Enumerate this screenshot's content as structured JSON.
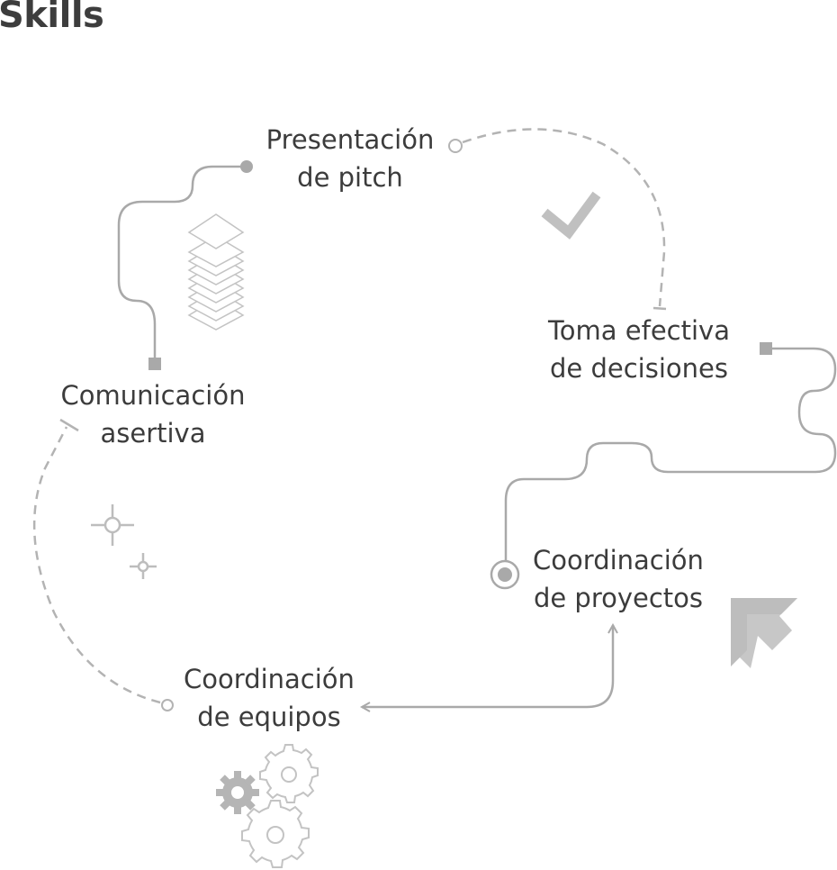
{
  "title": "Skills",
  "nodes": [
    {
      "id": "presentacion-de-pitch",
      "lines": [
        "Presentación",
        "de pitch"
      ]
    },
    {
      "id": "toma-efectiva-de-decisiones",
      "lines": [
        "Toma efectiva",
        "de decisiones"
      ]
    },
    {
      "id": "comunicacion-asertiva",
      "lines": [
        "Comunicación",
        "asertiva"
      ]
    },
    {
      "id": "coordinacion-de-proyectos",
      "lines": [
        "Coordinación",
        "de proyectos"
      ]
    },
    {
      "id": "coordinacion-de-equipos",
      "lines": [
        "Coordinación",
        "de equipos"
      ]
    }
  ],
  "icons": [
    "layers-stack-icon",
    "checkmark-icon",
    "crosshair-icon",
    "arrow-up-left-icon",
    "gears-icon"
  ],
  "colors": {
    "text": "#3c3c3c",
    "line": "#a9a9a9",
    "icon": "#bdbdbd"
  }
}
